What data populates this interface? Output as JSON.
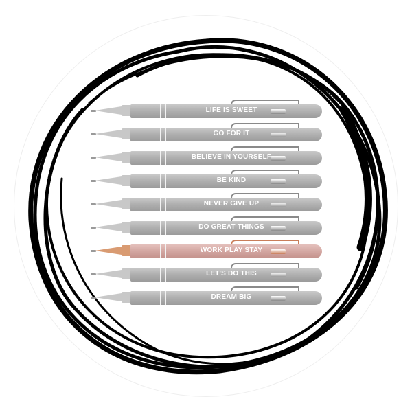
{
  "image": {
    "description": "Product photo of nine engraved ballpoint stylus pens inside a hand-drawn black scribbled circle",
    "colors": {
      "background": "#ffffff",
      "scribble": "#000000",
      "pen_silver": "#b0b0b0",
      "pen_rose_gold": "#d4a8a3",
      "engraving": "#ffffff"
    }
  },
  "pens": [
    {
      "label": "LIFE IS SWEET",
      "finish": "silver"
    },
    {
      "label": "GO FOR IT",
      "finish": "silver"
    },
    {
      "label": "BELIEVE IN YOURSELF",
      "finish": "silver"
    },
    {
      "label": "BE KIND",
      "finish": "silver"
    },
    {
      "label": "NEVER GIVE UP",
      "finish": "silver"
    },
    {
      "label": "DO GREAT THINGS",
      "finish": "silver"
    },
    {
      "label": "WORK PLAY STAY",
      "finish": "rose-gold"
    },
    {
      "label": "LET'S DO THIS",
      "finish": "silver"
    },
    {
      "label": "DREAM BIG",
      "finish": "silver"
    }
  ]
}
